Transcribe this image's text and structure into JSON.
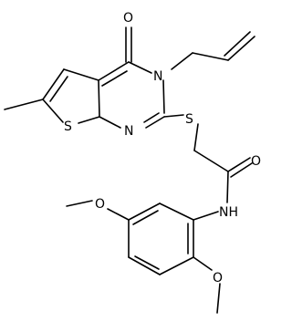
{
  "molecule": {
    "atoms": {
      "oxygen_carbonyl_top": "O",
      "nitrogen_ring": "N",
      "sulfur_thiophene": "S",
      "nitrogen_pyrimidine": "N",
      "sulfur_thioether": "S",
      "oxygen_amide": "O",
      "amide_nh": "NH",
      "oxygen_methoxy_left": "O",
      "oxygen_methoxy_bottom": "O"
    }
  }
}
